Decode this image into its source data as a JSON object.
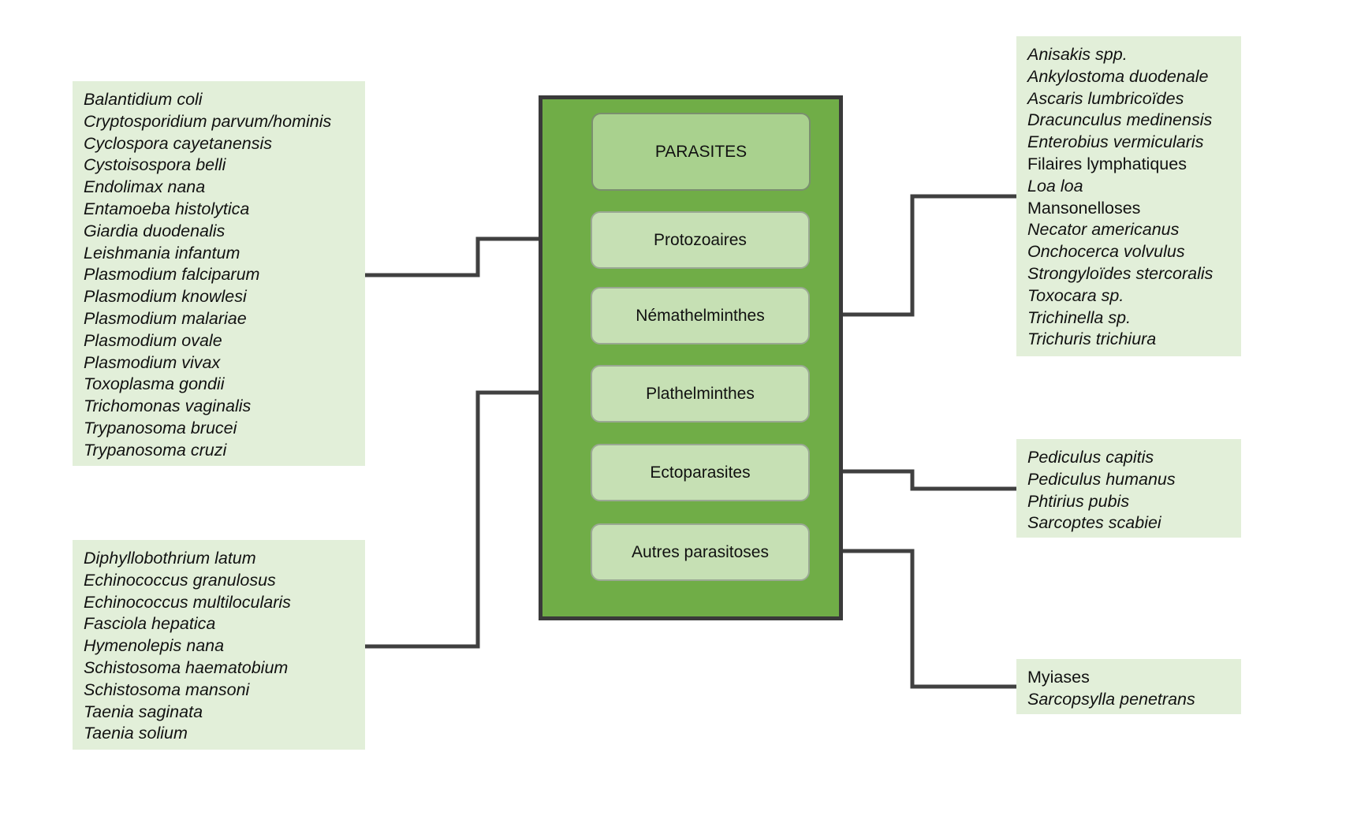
{
  "colors": {
    "panel_fill": "#70ad47",
    "panel_border": "#3a3a3a",
    "root_fill": "#a9d18e",
    "node_fill": "#c6e0b4",
    "list_fill": "#e2efd9",
    "connector": "#404040"
  },
  "root": {
    "label": "PARASITES"
  },
  "categories": {
    "protozoaires": "Protozoaires",
    "nemathelminthes": "Némathelminthes",
    "plathelminthes": "Plathelminthes",
    "ectoparasites": "Ectoparasites",
    "autres": "Autres parasitoses"
  },
  "lists": {
    "protozoaires": [
      {
        "text": "Balantidium coli",
        "italic": true
      },
      {
        "text": "Cryptosporidium parvum/hominis",
        "italic": true
      },
      {
        "text": "Cyclospora cayetanensis",
        "italic": true
      },
      {
        "text": "Cystoisospora belli",
        "italic": true
      },
      {
        "text": "Endolimax nana",
        "italic": true
      },
      {
        "text": "Entamoeba histolytica",
        "italic": true
      },
      {
        "text": "Giardia duodenalis",
        "italic": true
      },
      {
        "text": "Leishmania infantum",
        "italic": true
      },
      {
        "text": "Plasmodium falciparum",
        "italic": true
      },
      {
        "text": "Plasmodium knowlesi",
        "italic": true
      },
      {
        "text": "Plasmodium malariae",
        "italic": true
      },
      {
        "text": "Plasmodium ovale",
        "italic": true
      },
      {
        "text": "Plasmodium vivax",
        "italic": true
      },
      {
        "text": "Toxoplasma gondii",
        "italic": true
      },
      {
        "text": "Trichomonas vaginalis",
        "italic": true
      },
      {
        "text": "Trypanosoma brucei",
        "italic": true
      },
      {
        "text": "Trypanosoma cruzi",
        "italic": true
      }
    ],
    "plathelminthes": [
      {
        "text": "Diphyllobothrium latum",
        "italic": true
      },
      {
        "text": "Echinococcus granulosus",
        "italic": true
      },
      {
        "text": "Echinococcus multilocularis",
        "italic": true
      },
      {
        "text": "Fasciola hepatica",
        "italic": true
      },
      {
        "text": "Hymenolepis nana",
        "italic": true
      },
      {
        "text": "Schistosoma haematobium",
        "italic": true
      },
      {
        "text": "Schistosoma mansoni",
        "italic": true
      },
      {
        "text": "Taenia saginata",
        "italic": true
      },
      {
        "text": "Taenia solium",
        "italic": true
      }
    ],
    "nemathelminthes": [
      {
        "text": "Anisakis spp.",
        "italic": true
      },
      {
        "text": "Ankylostoma duodenale",
        "italic": true
      },
      {
        "text": "Ascaris lumbricoïdes",
        "italic": true
      },
      {
        "text": "Dracunculus medinensis",
        "italic": true
      },
      {
        "text": "Enterobius vermicularis",
        "italic": true
      },
      {
        "text": "Filaires lymphatiques",
        "italic": false
      },
      {
        "text": "Loa loa",
        "italic": true
      },
      {
        "text": "Mansonelloses",
        "italic": false
      },
      {
        "text": "Necator americanus",
        "italic": true
      },
      {
        "text": "Onchocerca volvulus",
        "italic": true
      },
      {
        "text": "Strongyloïdes stercoralis",
        "italic": true
      },
      {
        "text": "Toxocara sp.",
        "italic": true
      },
      {
        "text": "Trichinella sp.",
        "italic": true
      },
      {
        "text": "Trichuris trichiura",
        "italic": true
      }
    ],
    "ectoparasites": [
      {
        "text": "Pediculus capitis",
        "italic": true
      },
      {
        "text": "Pediculus humanus",
        "italic": true
      },
      {
        "text": "Phtirius pubis",
        "italic": true
      },
      {
        "text": "Sarcoptes scabiei",
        "italic": true
      }
    ],
    "autres": [
      {
        "text": "Myiases",
        "italic": false
      },
      {
        "text": "Sarcopsylla penetrans",
        "italic": true
      }
    ]
  }
}
